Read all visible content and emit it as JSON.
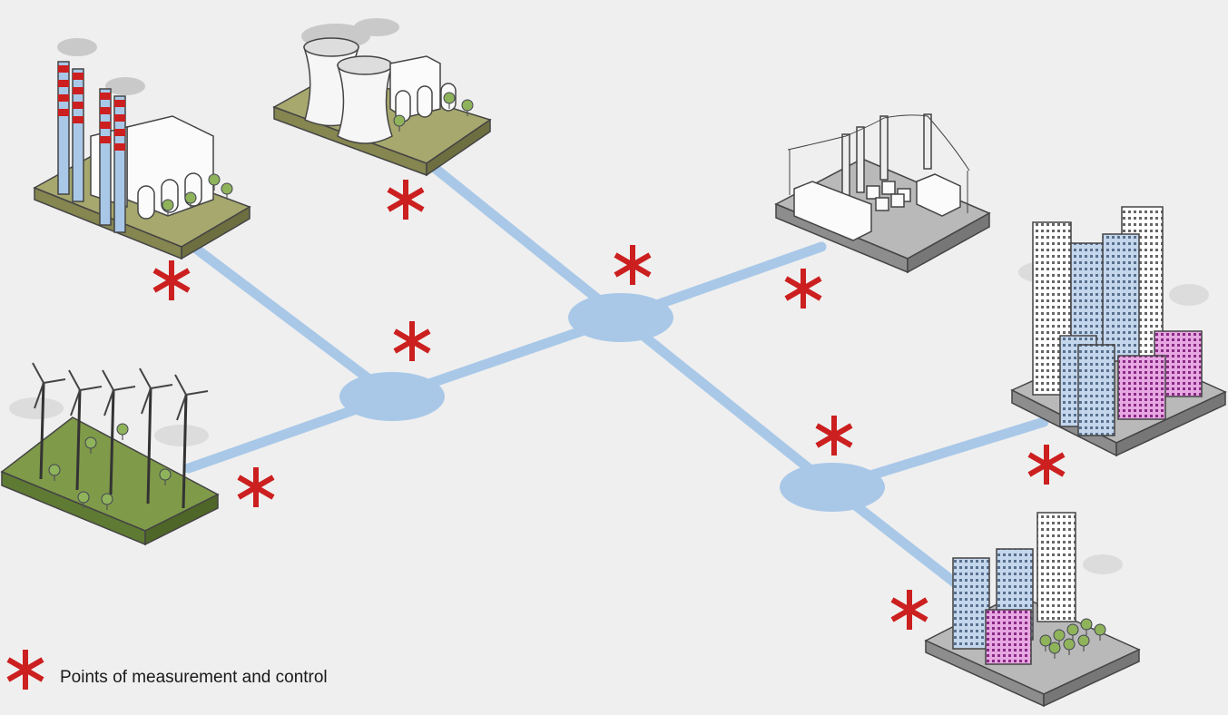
{
  "legend": {
    "label": "Points of measurement and control",
    "marker_color": "#cc1f1f"
  },
  "colors": {
    "background": "#efefef",
    "line": "#a9c8e8",
    "hub": "#a9c8e8",
    "marker": "#cc1f1f",
    "ground_green": "#a7a86e",
    "ground_grass": "#7f9a49",
    "ground_grey": "#b9b9b9",
    "building_blue": "#c3d6ec",
    "building_pink": "#e7a7e2"
  },
  "nodes": [
    {
      "name": "coal-power-plant",
      "icon": "smokestack-factory-icon"
    },
    {
      "name": "nuclear-power-plant",
      "icon": "cooling-tower-icon"
    },
    {
      "name": "wind-farm",
      "icon": "wind-turbine-icon"
    },
    {
      "name": "substation",
      "icon": "transformer-icon"
    },
    {
      "name": "city-center",
      "icon": "skyscraper-icon"
    },
    {
      "name": "residential-district",
      "icon": "building-icon"
    }
  ]
}
